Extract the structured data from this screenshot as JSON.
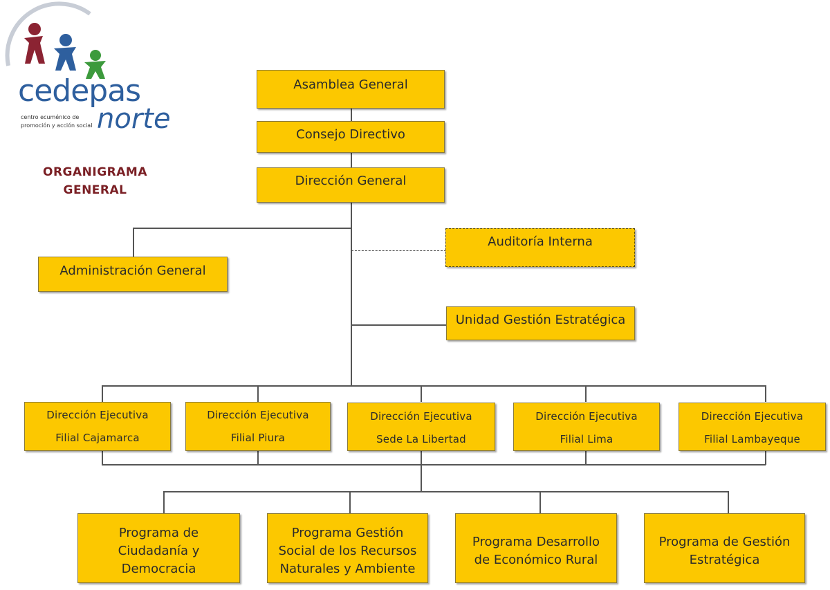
{
  "logo": {
    "brand_primary": "cedepas",
    "brand_secondary": "norte",
    "tagline_line1": "centro ecuménico de",
    "tagline_line2": "promoción y acción social",
    "colors": {
      "blue": "#2e5f9e",
      "red": "#8b2332",
      "green": "#3c9a3c"
    }
  },
  "title": {
    "line1": "ORGANIGRAMA",
    "line2": "GENERAL"
  },
  "nodes": {
    "asamblea": "Asamblea General",
    "consejo": "Consejo Directivo",
    "direccion": "Dirección General",
    "auditoria": "Auditoría Interna",
    "administracion": "Administración General",
    "unidad": "Unidad Gestión Estratégica",
    "ejecutivas": [
      {
        "line1": "Dirección Ejecutiva",
        "line2": "Filial Cajamarca"
      },
      {
        "line1": "Dirección Ejecutiva",
        "line2": "Filial Piura"
      },
      {
        "line1": "Dirección Ejecutiva",
        "line2": "Sede La Libertad"
      },
      {
        "line1": "Dirección Ejecutiva",
        "line2": "Filial Lima"
      },
      {
        "line1": "Dirección Ejecutiva",
        "line2": "Filial Lambayeque"
      }
    ],
    "programas": [
      {
        "line1": "Programa de",
        "line2": "Ciudadanía y",
        "line3": "Democracia"
      },
      {
        "line1": "Programa Gestión",
        "line2": "Social de los Recursos",
        "line3": "Naturales y Ambiente"
      },
      {
        "line1": "Programa Desarrollo",
        "line2": "de Económico Rural",
        "line3": ""
      },
      {
        "line1": "Programa de Gestión",
        "line2": "Estratégica",
        "line3": ""
      }
    ]
  },
  "colors": {
    "box_fill": "#fcc800",
    "title": "#7a1f24",
    "connector": "#555555"
  }
}
